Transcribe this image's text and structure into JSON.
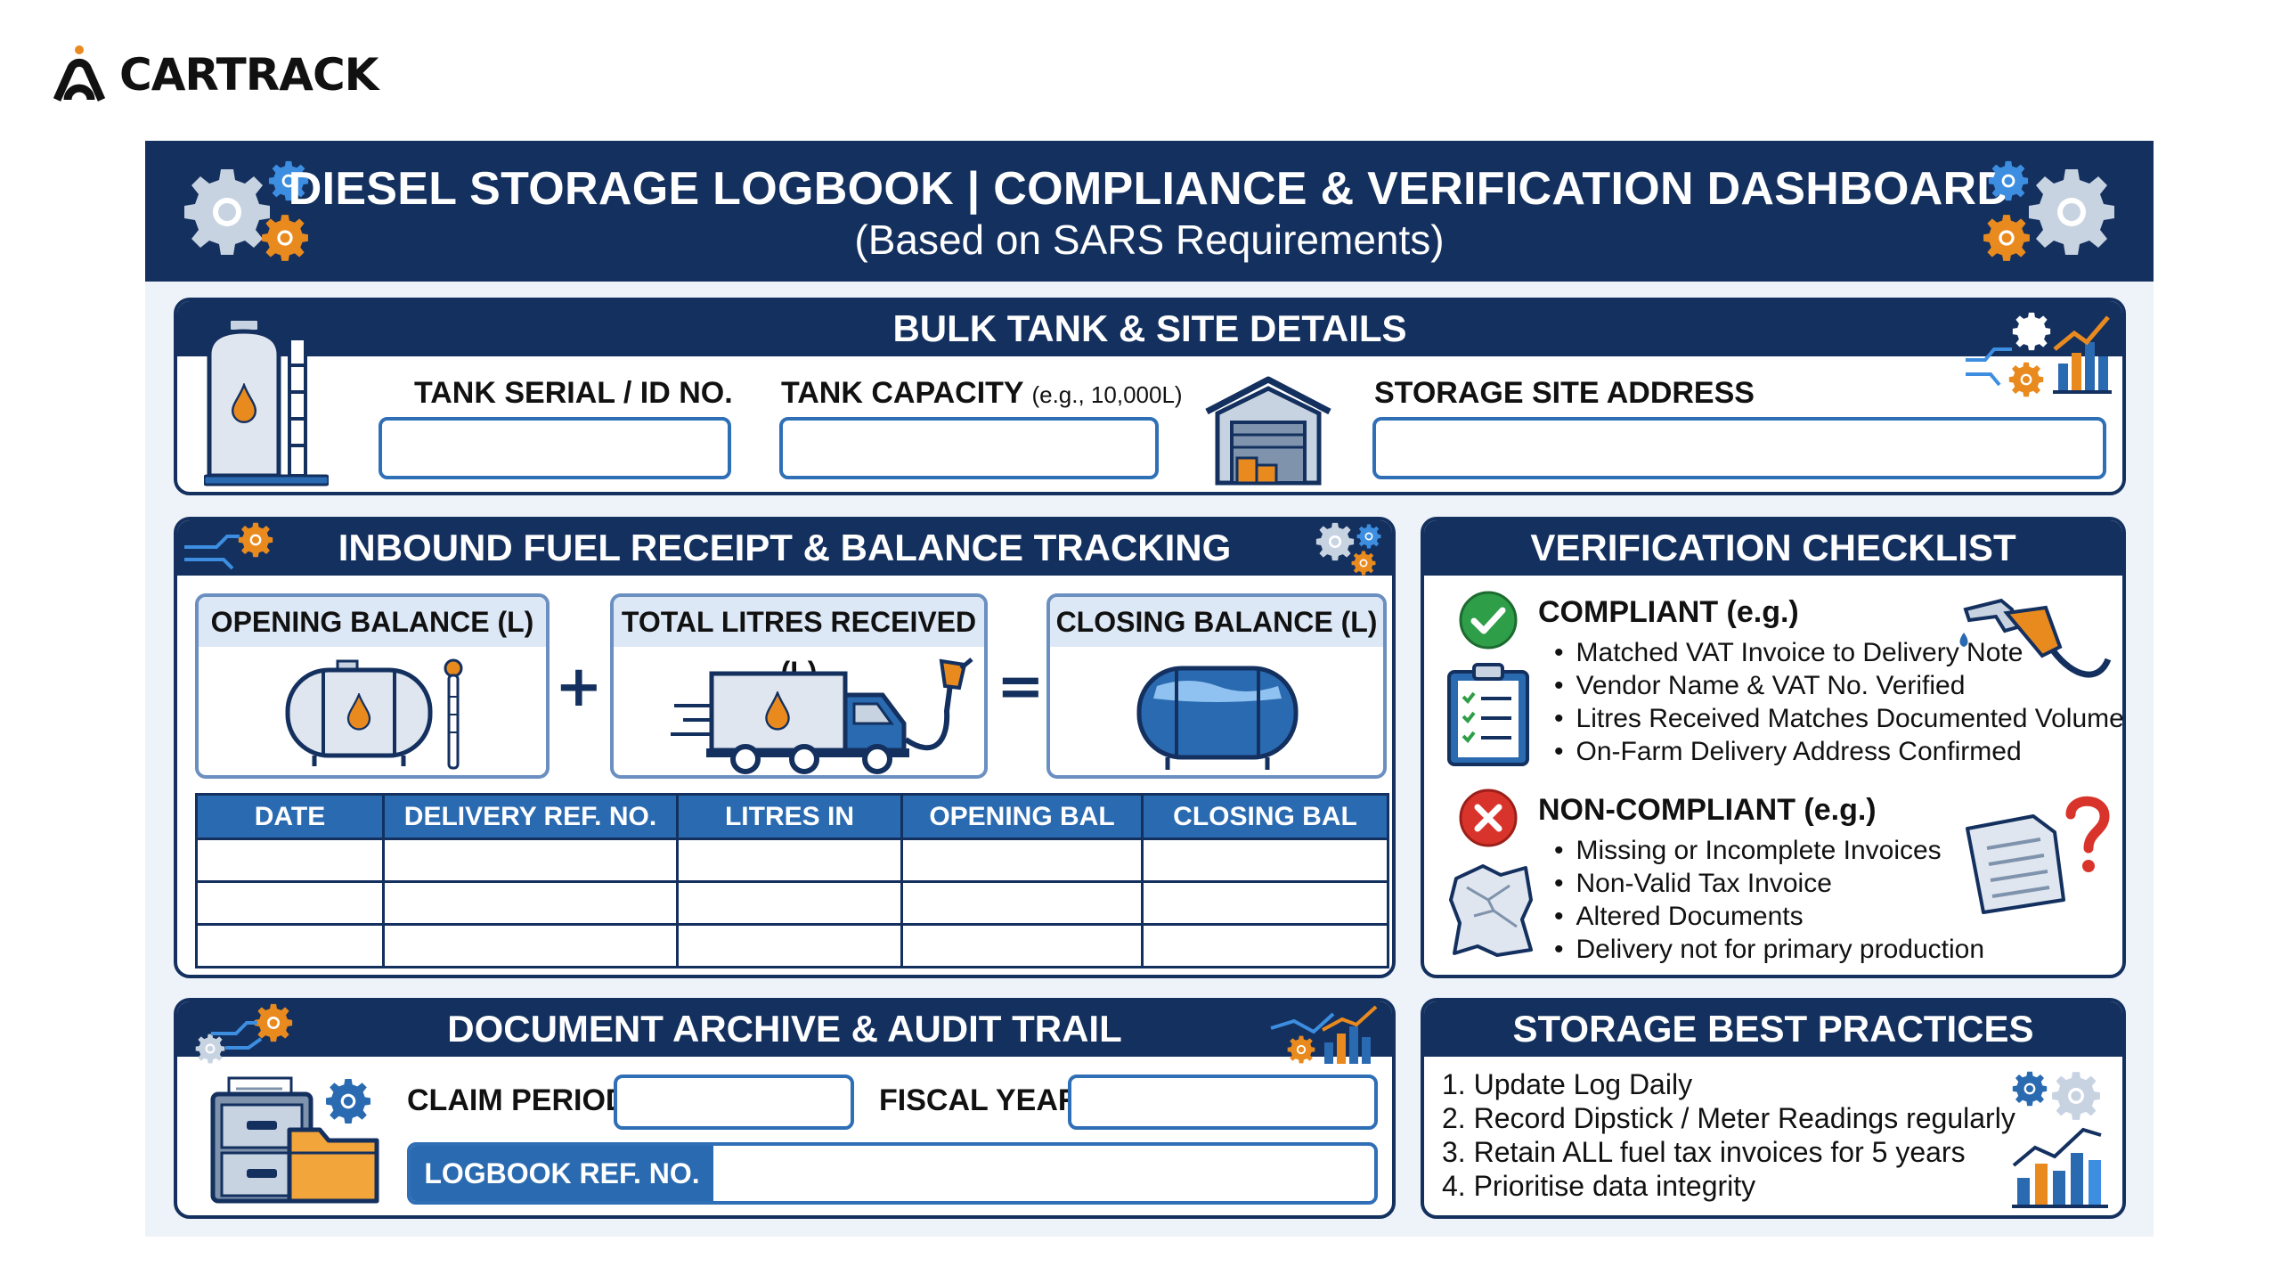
{
  "brand": {
    "name": "CARTRACK"
  },
  "header": {
    "title": "DIESEL STORAGE LOGBOOK | COMPLIANCE & VERIFICATION DASHBOARD",
    "subtitle": "(Based on SARS Requirements)"
  },
  "tank": {
    "title": "BULK TANK & SITE DETAILS",
    "serial_label": "TANK SERIAL / ID NO.",
    "capacity_label": "TANK CAPACITY",
    "capacity_hint": "(e.g., 10,000L)",
    "site_label": "STORAGE SITE ADDRESS",
    "serial_value": "",
    "capacity_value": "",
    "site_value": ""
  },
  "inbound": {
    "title": "INBOUND FUEL RECEIPT & BALANCE TRACKING",
    "opening_label": "OPENING BALANCE (L)",
    "received_label": "TOTAL LITRES RECEIVED (L)",
    "closing_label": "CLOSING BALANCE (L)",
    "plus": "+",
    "equals": "=",
    "columns": [
      "DATE",
      "DELIVERY REF. NO.",
      "LITRES IN",
      "OPENING BAL",
      "CLOSING BAL"
    ],
    "rows": [
      [
        "",
        "",
        "",
        "",
        ""
      ],
      [
        "",
        "",
        "",
        "",
        ""
      ],
      [
        "",
        "",
        "",
        "",
        ""
      ]
    ]
  },
  "checklist": {
    "title": "VERIFICATION CHECKLIST",
    "compliant_title": "COMPLIANT (e.g.)",
    "compliant_items": [
      "Matched VAT Invoice to Delivery Note",
      "Vendor Name & VAT No. Verified",
      "Litres Received Matches Documented Volume",
      "On-Farm Delivery Address Confirmed"
    ],
    "noncompliant_title": "NON-COMPLIANT (e.g.)",
    "noncompliant_items": [
      "Missing or Incomplete Invoices",
      "Non-Valid Tax Invoice",
      "Altered Documents",
      "Delivery not for primary production"
    ]
  },
  "archive": {
    "title": "DOCUMENT ARCHIVE & AUDIT TRAIL",
    "claim_label": "CLAIM PERIOD",
    "fiscal_label": "FISCAL YEAR",
    "ref_label": "LOGBOOK REF. NO.",
    "claim_value": "",
    "fiscal_value": "",
    "ref_value": ""
  },
  "practices": {
    "title": "STORAGE BEST PRACTICES",
    "items": [
      "1. Update Log Daily",
      "2. Record Dipstick / Meter Readings regularly",
      "3. Retain ALL fuel tax invoices for 5 years",
      "4. Prioritise data integrity"
    ]
  },
  "colors": {
    "navy": "#13305f",
    "blue": "#2a6ab1",
    "orange": "#e98a1f",
    "green": "#2e9e48",
    "red": "#d9342b"
  }
}
